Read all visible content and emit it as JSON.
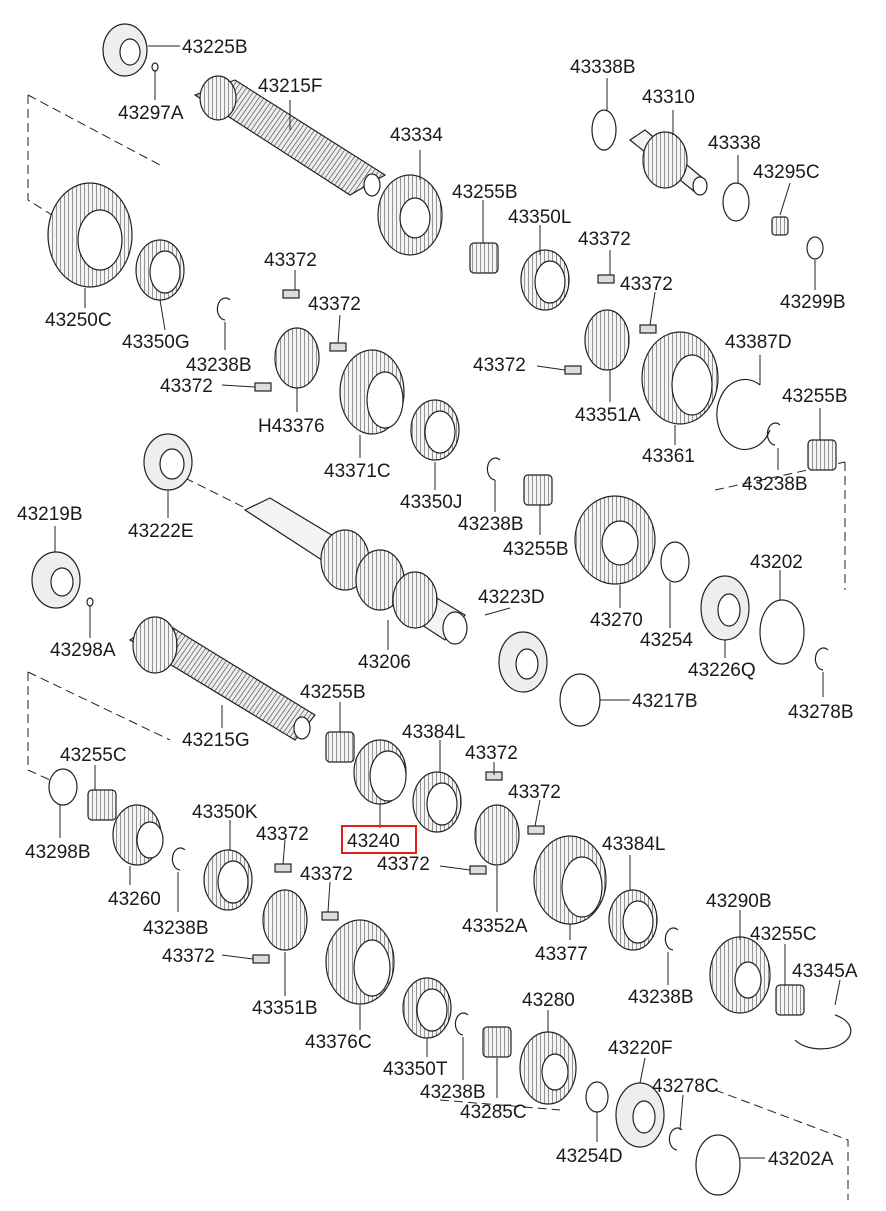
{
  "diagram": {
    "highlighted_part": "43240",
    "highlight_color": "#e02020",
    "labels": {
      "p43225B": "43225B",
      "p43297A": "43297A",
      "p43215F": "43215F",
      "p43334": "43334",
      "p43338B": "43338B",
      "p43310": "43310",
      "p43338": "43338",
      "p43295C": "43295C",
      "p43255B_a": "43255B",
      "p43350L": "43350L",
      "p43372_a": "43372",
      "p43372_b": "43372",
      "p43299B": "43299B",
      "p43250C": "43250C",
      "p43350G": "43350G",
      "p43372_c": "43372",
      "p43372_d": "43372",
      "p43238B_a": "43238B",
      "p43372_e": "43372",
      "pH43376": "H43376",
      "p43371C": "43371C",
      "p43372_f": "43372",
      "p43351A": "43351A",
      "p43387D": "43387D",
      "p43255B_b": "43255B",
      "p43361": "43361",
      "p43238B_b": "43238B",
      "p43350J": "43350J",
      "p43238B_c": "43238B",
      "p43255B_c": "43255B",
      "p43219B": "43219B",
      "p43222E": "43222E",
      "p43223D": "43223D",
      "p43202": "43202",
      "p43270": "43270",
      "p43254_a": "43254",
      "p43226Q": "43226Q",
      "p43298A": "43298A",
      "p43206": "43206",
      "p43278B": "43278B",
      "p43217B": "43217B",
      "p43255B_d": "43255B",
      "p43215G": "43215G",
      "p43384L_a": "43384L",
      "p43255C_a": "43255C",
      "p43372_g": "43372",
      "p43372_h": "43372",
      "p43240": "43240",
      "p43298B": "43298B",
      "p43350K": "43350K",
      "p43372_i": "43372",
      "p43372_j": "43372",
      "p43384L_b": "43384L",
      "p43260": "43260",
      "p43372_k": "43372",
      "p43238B_d": "43238B",
      "p43352A": "43352A",
      "p43377": "43377",
      "p43290B": "43290B",
      "p43255C_b": "43255C",
      "p43372_l": "43372",
      "p43238B_e": "43238B",
      "p43345A": "43345A",
      "p43351B": "43351B",
      "p43280": "43280",
      "p43376C": "43376C",
      "p43220F": "43220F",
      "p43350T": "43350T",
      "p43238B_f": "43238B",
      "p43285C": "43285C",
      "p43278C": "43278C",
      "p43254D": "43254D",
      "p43202A": "43202A"
    }
  }
}
